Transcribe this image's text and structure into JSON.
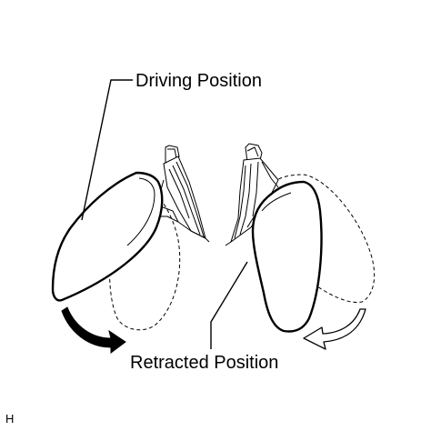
{
  "labels": {
    "driving_position": "Driving Position",
    "retracted_position": "Retracted Position"
  },
  "figure_code": "H",
  "colors": {
    "line": "#000000",
    "background": "#ffffff"
  },
  "icons": {
    "left_arrow": "curved-arrow-filled-icon",
    "right_arrow": "curved-arrow-outline-icon"
  }
}
